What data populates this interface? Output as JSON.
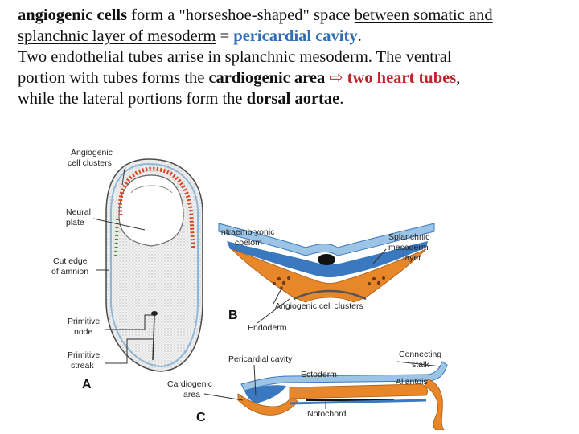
{
  "text": {
    "l1_a": "angiogenic cells",
    "l1_b": " form a \"horseshoe-shaped\" space ",
    "l1_c": "between somatic and",
    "l2_a": "splanchnic layer of mesoderm",
    "l2_b": " = ",
    "l2_c": "pericardial cavity",
    "l2_d": ".",
    "l3": "Two endothelial tubes arrise in splanchnic mesoderm. The ventral",
    "l4_a": "portion with tubes forms the ",
    "l4_b": "cardiogenic area",
    "l4_arrow": " ⇨ ",
    "l4_c": "two heart tubes",
    "l4_d": ",",
    "l5_a": "while the lateral portions form the ",
    "l5_b": "dorsal aortae",
    "l5_c": "."
  },
  "figure": {
    "a": {
      "letter": "A",
      "angiogenic_l1": "Angiogenic",
      "angiogenic_l2": "cell clusters",
      "neural_l1": "Neural",
      "neural_l2": "plate",
      "cut_l1": "Cut edge",
      "cut_l2": "of amnion",
      "node_l1": "Primitive",
      "node_l2": "node",
      "streak_l1": "Primitive",
      "streak_l2": "streak"
    },
    "b": {
      "letter": "B",
      "intra_l1": "Intraembryonic",
      "intra_l2": "coelom",
      "splanch_l1": "Splanchnic",
      "splanch_l2": "mesoderm",
      "splanch_l3": "layer",
      "angio": "Angiogenic cell clusters",
      "endoderm": "Endoderm"
    },
    "c": {
      "letter": "C",
      "pericardial": "Pericardial cavity",
      "connecting_l1": "Connecting",
      "connecting_l2": "stalk",
      "ectoderm": "Ectoderm",
      "allantois": "Allantois",
      "cardio_l1": "Cardiogenic",
      "cardio_l2": "area",
      "notochord": "Notochord"
    },
    "colors": {
      "mesoderm": "#e8862a",
      "coelom_blue": "#3a78c0",
      "ectoderm_blue": "#9cc4e4",
      "cell_clusters": "#d9431e"
    }
  }
}
